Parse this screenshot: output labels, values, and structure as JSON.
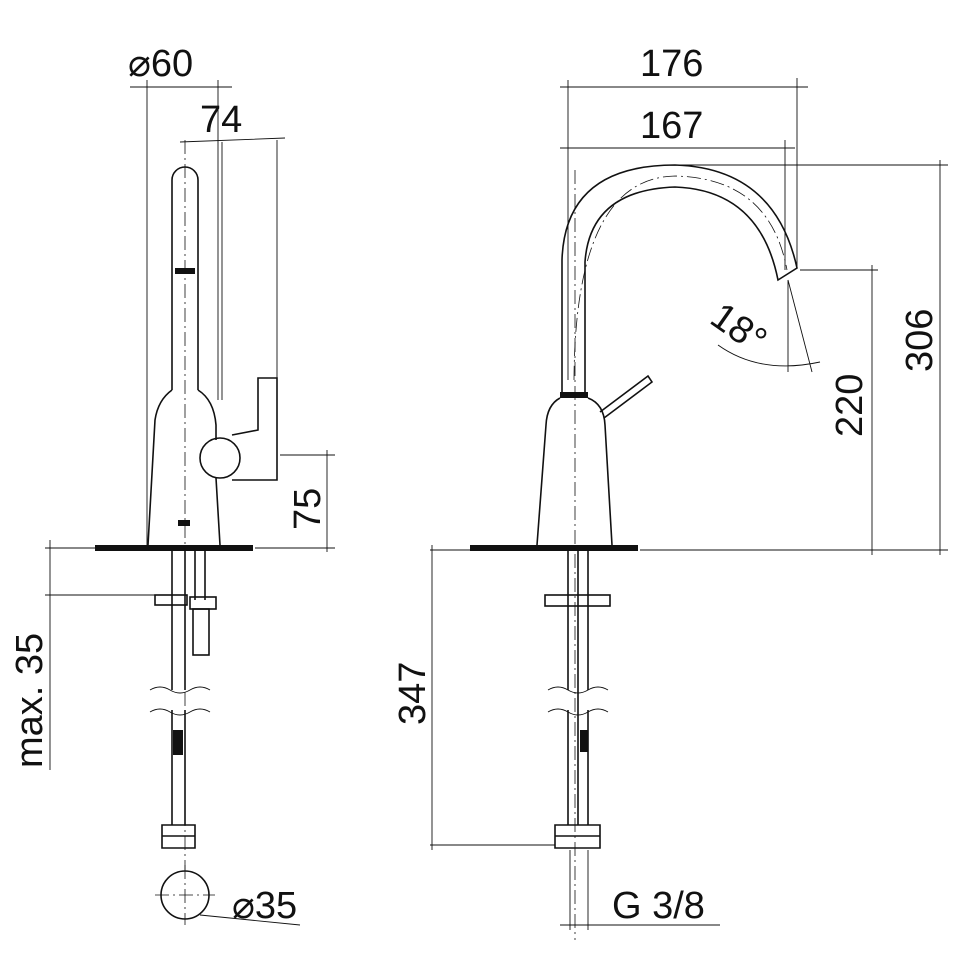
{
  "drawing": {
    "side_view": {
      "dim_outer_diameter": "⌀60",
      "dim_depth": "74",
      "dim_lever_height": "75",
      "dim_max_counter_thickness": "max. 35",
      "dim_hole_diameter": "⌀35"
    },
    "front_view": {
      "dim_overall_reach": "176",
      "dim_spout_reach": "167",
      "dim_spout_angle": "18°",
      "dim_overall_height": "306",
      "dim_spout_height": "220",
      "dim_hose_length": "347",
      "dim_connection_thread": "G 3/8"
    }
  }
}
